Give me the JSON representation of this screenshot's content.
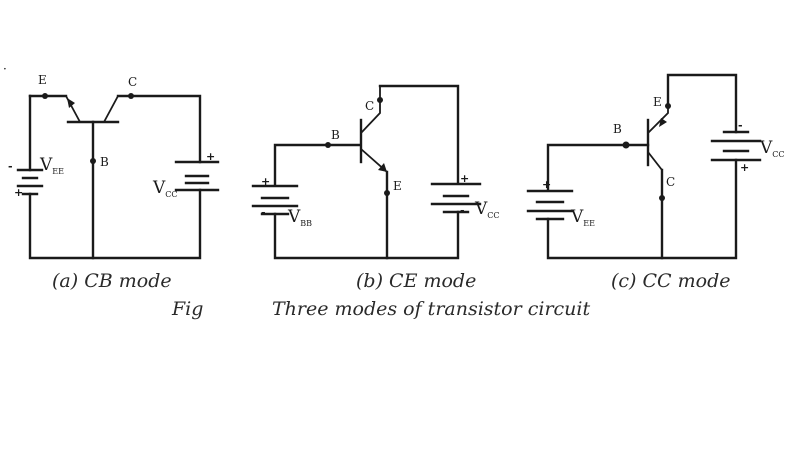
{
  "circuits": {
    "cb": {
      "caption": "(a) CB mode",
      "terminal_e": "E",
      "terminal_c": "C",
      "terminal_b": "B",
      "vee_main": "V",
      "vee_sub": "EE",
      "vcc_main": "V",
      "vcc_sub": "CC",
      "plus": "+",
      "minus": "-"
    },
    "ce": {
      "caption": "(b) CE mode",
      "terminal_b": "B",
      "terminal_c": "C",
      "terminal_e": "E",
      "vbb_main": "V",
      "vbb_sub": "BB",
      "vcc_main": "V",
      "vcc_sub": "CC",
      "plus": "+",
      "minus": "-"
    },
    "cc": {
      "caption": "(c) CC mode",
      "terminal_b": "B",
      "terminal_e": "E",
      "terminal_c": "C",
      "vee_main": "V",
      "vee_sub": "EE",
      "vcc_main": "V",
      "vcc_sub": "CC",
      "plus": "+",
      "minus": "-"
    }
  },
  "figure": {
    "fig_label": "Fig",
    "title": "Three modes of transistor circuit"
  },
  "corner_mark": "·"
}
